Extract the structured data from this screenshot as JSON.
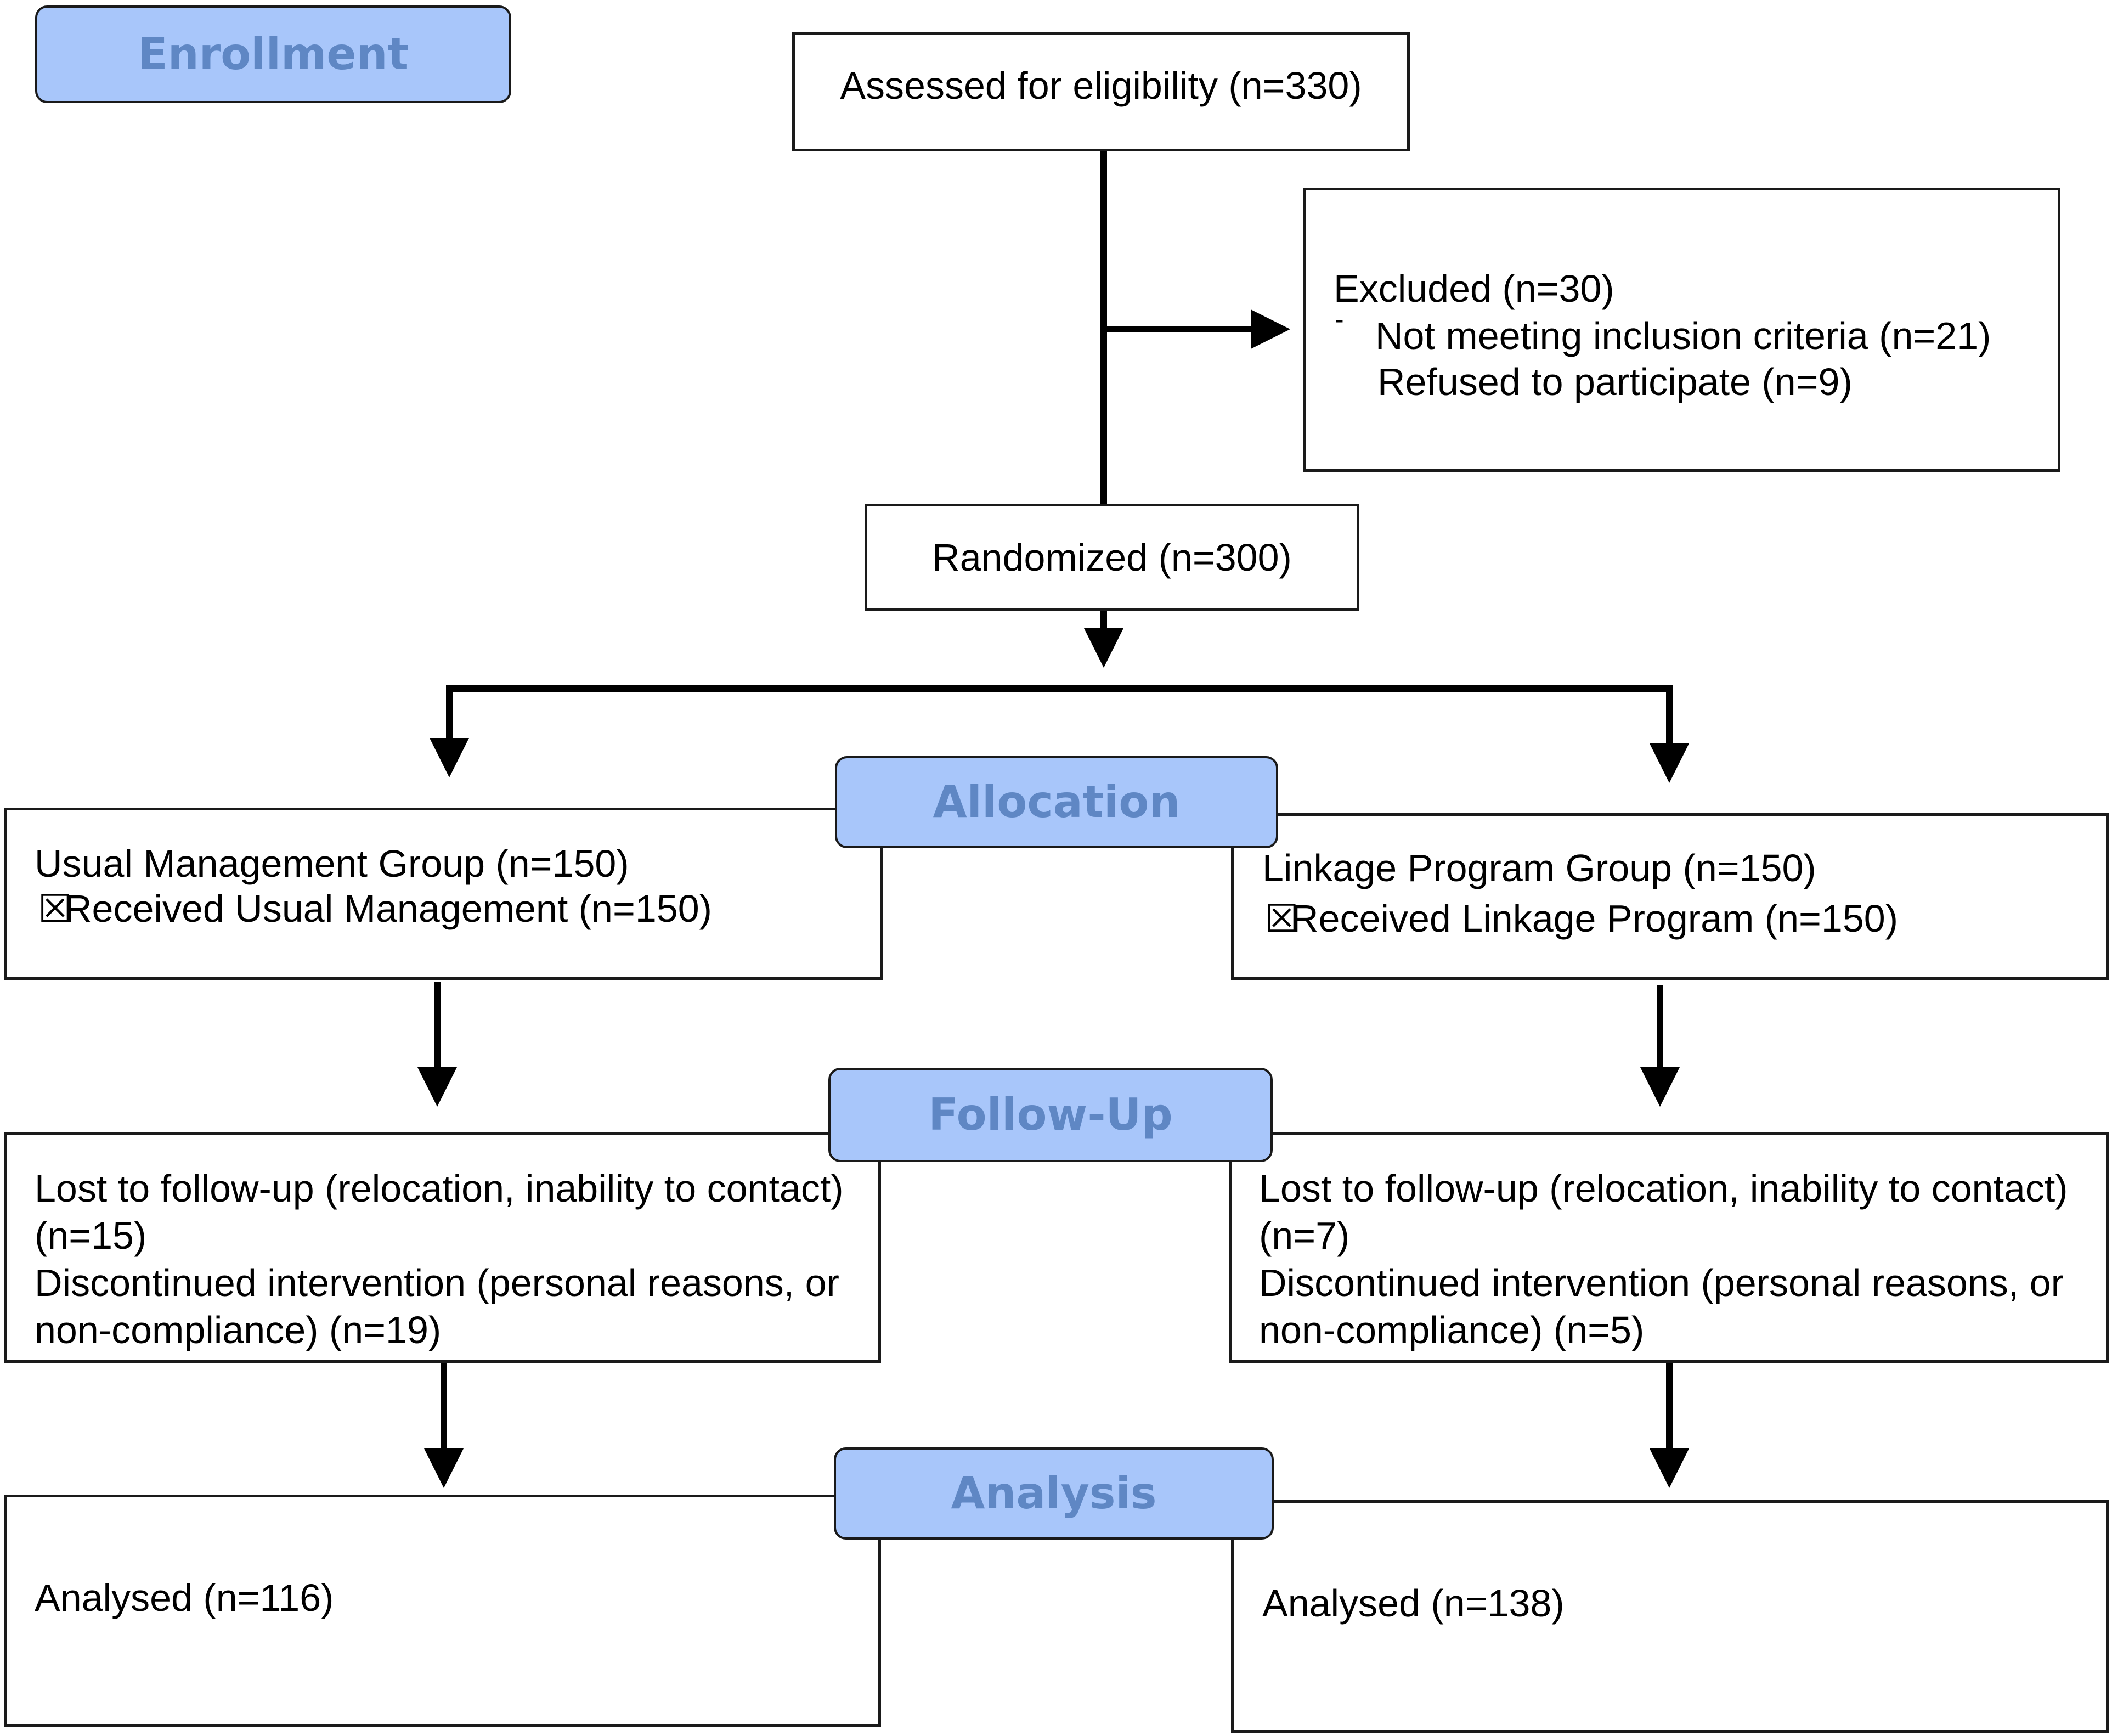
{
  "colors": {
    "stage_fill": "#a8c6fa",
    "stage_text": "#5f87c4",
    "line": "#000000",
    "box_border": "#1a1a1a"
  },
  "stages": {
    "enrollment": "Enrollment",
    "allocation": "Allocation",
    "follow_up": "Follow-Up",
    "analysis": "Analysis"
  },
  "assessed": "Assessed for eligibility (n=330)",
  "excluded": {
    "title": "Excluded  (n=30)",
    "bullet": "-",
    "line1": "Not meeting inclusion criteria (n=21)",
    "line2": "Refused to participate (n=9)"
  },
  "randomized": "Randomized (n=300)",
  "usual_group": {
    "title": "Usual Management Group (n=150)",
    "marker": "☒",
    "received": "Received Usual Management (n=150)",
    "lost_line1": "Lost to follow-up (relocation, inability to contact)",
    "lost_line2": "(n=15)",
    "disc_line1": "Discontinued intervention (personal reasons, or",
    "disc_line2": "non-compliance) (n=19)",
    "analysed": "Analysed  (n=116)"
  },
  "linkage_group": {
    "title": "Linkage Program Group (n=150)",
    "marker": "☒",
    "received": "Received Linkage Program (n=150)",
    "lost_line1": "Lost to follow-up (relocation, inability to contact)",
    "lost_line2": "(n=7)",
    "disc_line1": "Discontinued intervention (personal reasons, or",
    "disc_line2": "non-compliance) (n=5)",
    "analysed": "Analysed  (n=138)"
  }
}
